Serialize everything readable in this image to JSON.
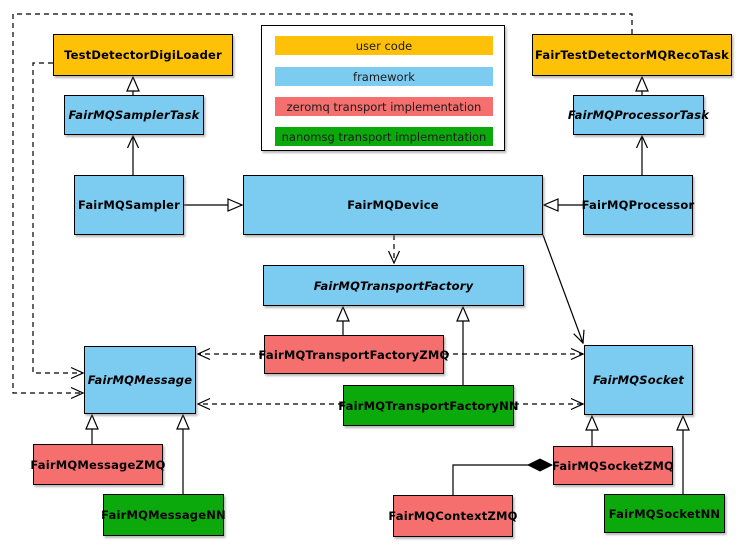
{
  "legend": {
    "items": [
      {
        "id": "user-code",
        "label": "user code",
        "color": "#FFC107"
      },
      {
        "id": "framework",
        "label": "framework",
        "color": "#7CCBF0"
      },
      {
        "id": "zeromq",
        "label": "zeromq transport implementation",
        "color": "#F56F6F"
      },
      {
        "id": "nanomsg",
        "label": "nanomsg transport implementation",
        "color": "#0CA90C"
      }
    ]
  },
  "nodes": {
    "test_detector_digi_loader": {
      "label": "TestDetectorDigiLoader",
      "category": "user code",
      "color": "#FFC107",
      "abstract": false
    },
    "fair_test_detector_mq_reco_task": {
      "label": "FairTestDetectorMQRecoTask",
      "category": "user code",
      "color": "#FFC107",
      "abstract": false
    },
    "fairmq_sampler_task": {
      "label": "FairMQSamplerTask",
      "category": "framework",
      "color": "#7CCBF0",
      "abstract": true
    },
    "fairmq_processor_task": {
      "label": "FairMQProcessorTask",
      "category": "framework",
      "color": "#7CCBF0",
      "abstract": true
    },
    "fairmq_sampler": {
      "label": "FairMQSampler",
      "category": "framework",
      "color": "#7CCBF0",
      "abstract": false
    },
    "fairmq_device": {
      "label": "FairMQDevice",
      "category": "framework",
      "color": "#7CCBF0",
      "abstract": false
    },
    "fairmq_processor": {
      "label": "FairMQProcessor",
      "category": "framework",
      "color": "#7CCBF0",
      "abstract": false
    },
    "fairmq_transport_factory": {
      "label": "FairMQTransportFactory",
      "category": "framework",
      "color": "#7CCBF0",
      "abstract": true
    },
    "fairmq_transport_factory_zmq": {
      "label": "FairMQTransportFactoryZMQ",
      "category": "zeromq",
      "color": "#F56F6F",
      "abstract": false
    },
    "fairmq_transport_factory_nn": {
      "label": "FairMQTransportFactoryNN",
      "category": "nanomsg",
      "color": "#0CA90C",
      "abstract": false
    },
    "fairmq_message": {
      "label": "FairMQMessage",
      "category": "framework",
      "color": "#7CCBF0",
      "abstract": true
    },
    "fairmq_socket": {
      "label": "FairMQSocket",
      "category": "framework",
      "color": "#7CCBF0",
      "abstract": true
    },
    "fairmq_message_zmq": {
      "label": "FairMQMessageZMQ",
      "category": "zeromq",
      "color": "#F56F6F",
      "abstract": false
    },
    "fairmq_message_nn": {
      "label": "FairMQMessageNN",
      "category": "nanomsg",
      "color": "#0CA90C",
      "abstract": false
    },
    "fairmq_socket_zmq": {
      "label": "FairMQSocketZMQ",
      "category": "zeromq",
      "color": "#F56F6F",
      "abstract": false
    },
    "fairmq_socket_nn": {
      "label": "FairMQSocketNN",
      "category": "nanomsg",
      "color": "#0CA90C",
      "abstract": false
    },
    "fairmq_context_zmq": {
      "label": "FairMQContextZMQ",
      "category": "zeromq",
      "color": "#F56F6F",
      "abstract": false
    }
  },
  "edges": [
    {
      "from": "FairMQSamplerTask",
      "to": "TestDetectorDigiLoader",
      "type": "generalization"
    },
    {
      "from": "FairMQProcessorTask",
      "to": "FairTestDetectorMQRecoTask",
      "type": "generalization"
    },
    {
      "from": "FairMQSampler",
      "to": "FairMQSamplerTask",
      "type": "association"
    },
    {
      "from": "FairMQProcessor",
      "to": "FairMQProcessorTask",
      "type": "association"
    },
    {
      "from": "FairMQSampler",
      "to": "FairMQDevice",
      "type": "generalization"
    },
    {
      "from": "FairMQProcessor",
      "to": "FairMQDevice",
      "type": "generalization"
    },
    {
      "from": "FairMQDevice",
      "to": "FairMQTransportFactory",
      "type": "dashed-dependency"
    },
    {
      "from": "FairMQDevice",
      "to": "FairMQSocket",
      "type": "association"
    },
    {
      "from": "FairMQTransportFactoryZMQ",
      "to": "FairMQTransportFactory",
      "type": "generalization"
    },
    {
      "from": "FairMQTransportFactoryNN",
      "to": "FairMQTransportFactory",
      "type": "generalization"
    },
    {
      "from": "FairMQTransportFactoryZMQ",
      "to": "FairMQMessage",
      "type": "dashed-dependency"
    },
    {
      "from": "FairMQTransportFactoryZMQ",
      "to": "FairMQSocket",
      "type": "dashed-dependency"
    },
    {
      "from": "FairMQTransportFactoryNN",
      "to": "FairMQMessage",
      "type": "dashed-dependency"
    },
    {
      "from": "FairMQTransportFactoryNN",
      "to": "FairMQSocket",
      "type": "dashed-dependency"
    },
    {
      "from": "TestDetectorDigiLoader",
      "to": "FairMQMessage",
      "type": "dashed-dependency"
    },
    {
      "from": "FairTestDetectorMQRecoTask",
      "to": "FairMQMessage",
      "type": "dashed-dependency"
    },
    {
      "from": "FairMQMessageZMQ",
      "to": "FairMQMessage",
      "type": "generalization"
    },
    {
      "from": "FairMQMessageNN",
      "to": "FairMQMessage",
      "type": "generalization"
    },
    {
      "from": "FairMQSocketZMQ",
      "to": "FairMQSocket",
      "type": "generalization"
    },
    {
      "from": "FairMQSocketNN",
      "to": "FairMQSocket",
      "type": "generalization"
    },
    {
      "from": "FairMQContextZMQ",
      "to": "FairMQSocketZMQ",
      "type": "composition"
    }
  ]
}
